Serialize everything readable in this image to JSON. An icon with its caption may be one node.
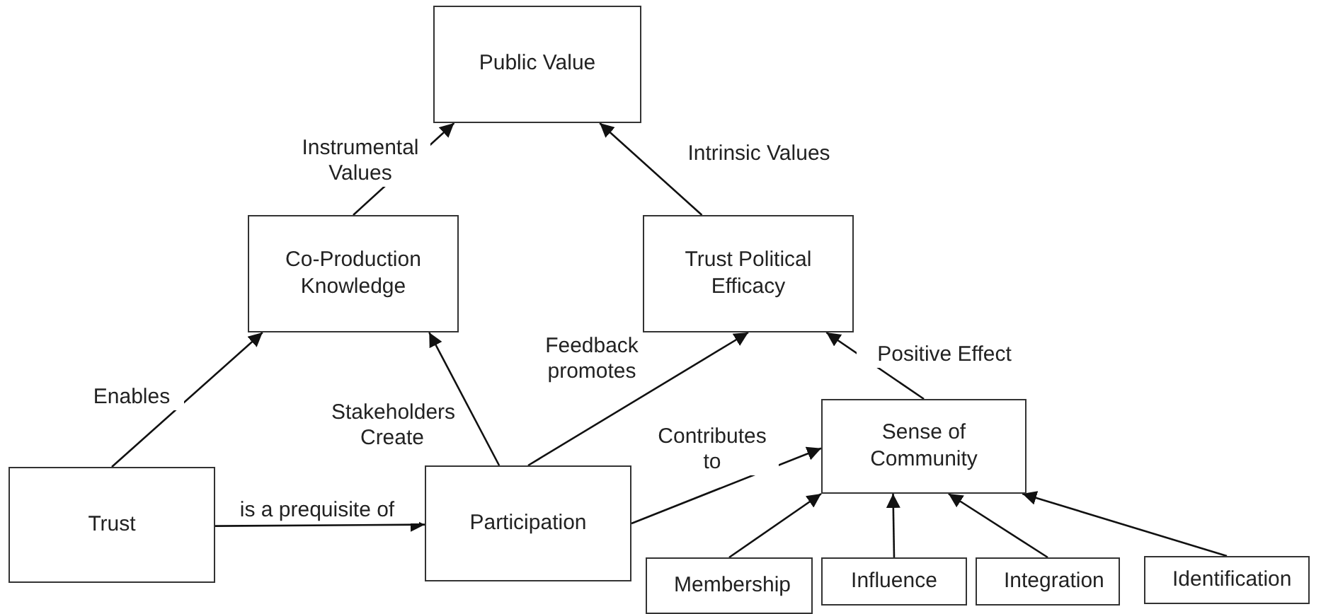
{
  "diagram": {
    "nodes": [
      {
        "text": [
          "Public Value"
        ]
      },
      {
        "text": [
          "Co-Production Knowledge"
        ]
      },
      {
        "text": [
          "Trust Political Efficacy"
        ]
      },
      {
        "text": [
          "Trust"
        ]
      },
      {
        "text": [
          "Participation"
        ]
      },
      {
        "text": [
          "Sense of Community"
        ]
      },
      {
        "text": [
          "Membership"
        ]
      },
      {
        "text": [
          "Influence"
        ]
      },
      {
        "text": [
          "Integration"
        ]
      },
      {
        "text": [
          "Identification"
        ]
      }
    ],
    "edges": [
      {
        "from": 1,
        "to": 0,
        "arrow": "to",
        "label": "Instrumental Values"
      },
      {
        "from": 2,
        "to": 0,
        "arrow": "to",
        "label": "Intrinsic Values"
      },
      {
        "from": 3,
        "to": 1,
        "arrow": "to",
        "label": "Enables"
      },
      {
        "from": 4,
        "to": 1,
        "arrow": "to",
        "label": "Stakeholders Create"
      },
      {
        "from": 4,
        "to": 2,
        "arrow": "to",
        "label": "Feedback promotes"
      },
      {
        "from": 5,
        "to": 2,
        "arrow": "to",
        "label": "Positive Effect"
      },
      {
        "from": 3,
        "to": 4,
        "arrow": "to",
        "label": "is a prequisite of"
      },
      {
        "from": 4,
        "to": 5,
        "arrow": "to",
        "label": "Contributes to"
      },
      {
        "from": 6,
        "to": 5,
        "arrow": "to"
      },
      {
        "from": 7,
        "to": 5,
        "arrow": "to"
      },
      {
        "from": 8,
        "to": 5,
        "arrow": "to"
      },
      {
        "from": 9,
        "to": 5,
        "arrow": "to"
      }
    ]
  }
}
